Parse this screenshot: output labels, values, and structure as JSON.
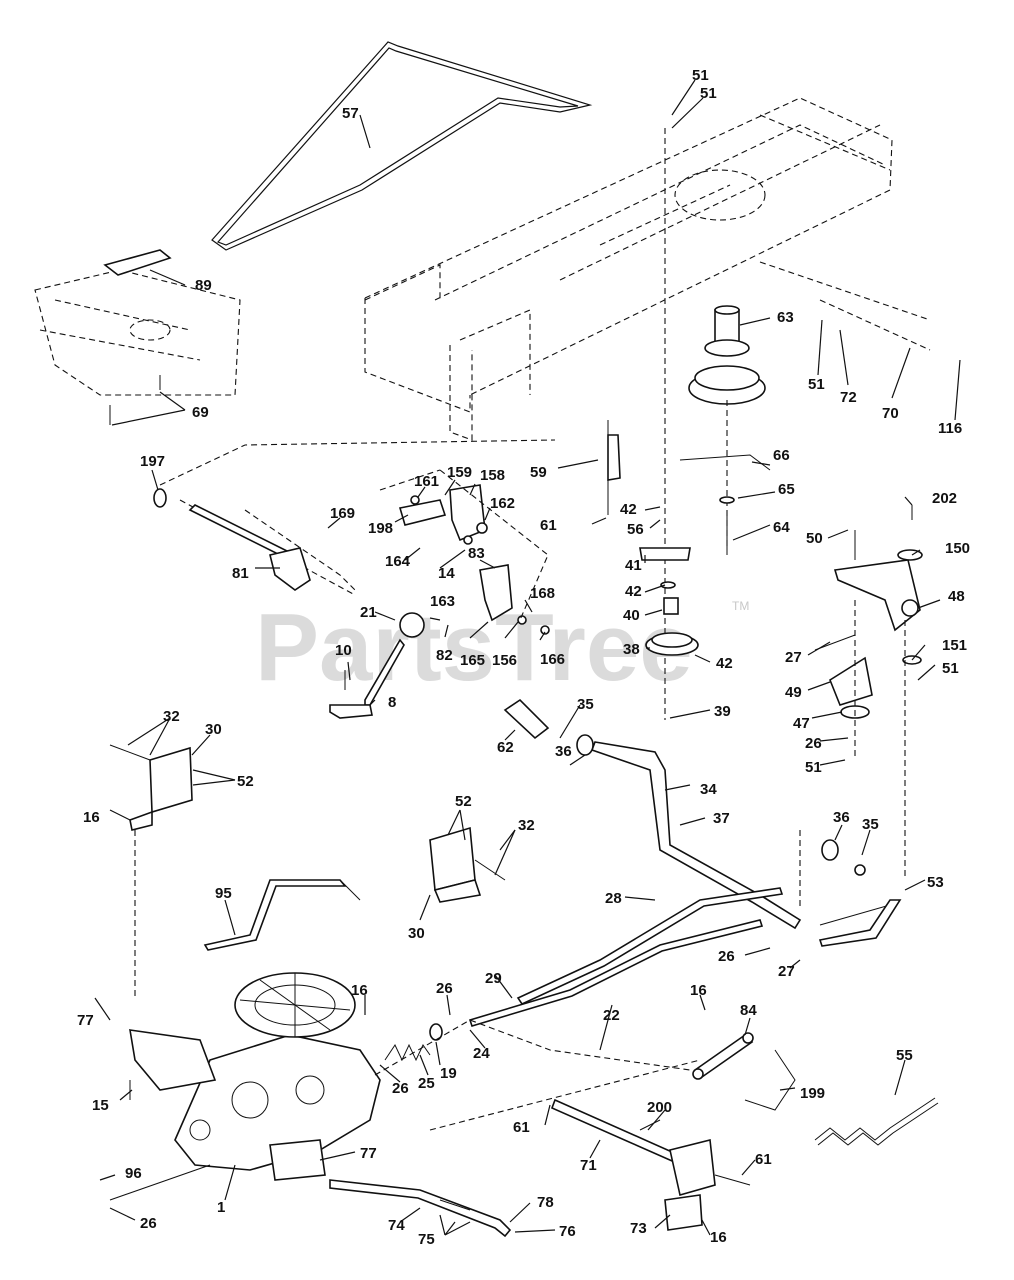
{
  "watermark": {
    "text": "PartsTree",
    "trademark": "TM"
  },
  "callouts": [
    {
      "id": "c-57",
      "text": "57"
    },
    {
      "id": "c-51a",
      "text": "51"
    },
    {
      "id": "c-51b",
      "text": "51"
    },
    {
      "id": "c-89",
      "text": "89"
    },
    {
      "id": "c-69",
      "text": "69"
    },
    {
      "id": "c-63",
      "text": "63"
    },
    {
      "id": "c-51c",
      "text": "51"
    },
    {
      "id": "c-72",
      "text": "72"
    },
    {
      "id": "c-70",
      "text": "70"
    },
    {
      "id": "c-116",
      "text": "116"
    },
    {
      "id": "c-197",
      "text": "197"
    },
    {
      "id": "c-161",
      "text": "161"
    },
    {
      "id": "c-159",
      "text": "159"
    },
    {
      "id": "c-158",
      "text": "158"
    },
    {
      "id": "c-198",
      "text": "198"
    },
    {
      "id": "c-169",
      "text": "169"
    },
    {
      "id": "c-162",
      "text": "162"
    },
    {
      "id": "c-59",
      "text": "59"
    },
    {
      "id": "c-66",
      "text": "66"
    },
    {
      "id": "c-65",
      "text": "65"
    },
    {
      "id": "c-202",
      "text": "202"
    },
    {
      "id": "c-61a",
      "text": "61"
    },
    {
      "id": "c-42a",
      "text": "42"
    },
    {
      "id": "c-56",
      "text": "56"
    },
    {
      "id": "c-64",
      "text": "64"
    },
    {
      "id": "c-50",
      "text": "50"
    },
    {
      "id": "c-150",
      "text": "150"
    },
    {
      "id": "c-81",
      "text": "81"
    },
    {
      "id": "c-164",
      "text": "164"
    },
    {
      "id": "c-14",
      "text": "14"
    },
    {
      "id": "c-83",
      "text": "83"
    },
    {
      "id": "c-41",
      "text": "41"
    },
    {
      "id": "c-42b",
      "text": "42"
    },
    {
      "id": "c-168",
      "text": "168"
    },
    {
      "id": "c-163",
      "text": "163"
    },
    {
      "id": "c-40",
      "text": "40"
    },
    {
      "id": "c-48",
      "text": "48"
    },
    {
      "id": "c-21",
      "text": "21"
    },
    {
      "id": "c-82",
      "text": "82"
    },
    {
      "id": "c-165",
      "text": "165"
    },
    {
      "id": "c-156",
      "text": "156"
    },
    {
      "id": "c-166",
      "text": "166"
    },
    {
      "id": "c-38",
      "text": "38"
    },
    {
      "id": "c-42c",
      "text": "42"
    },
    {
      "id": "c-27a",
      "text": "27"
    },
    {
      "id": "c-151",
      "text": "151"
    },
    {
      "id": "c-51d",
      "text": "51"
    },
    {
      "id": "c-10",
      "text": "10"
    },
    {
      "id": "c-8",
      "text": "8"
    },
    {
      "id": "c-49",
      "text": "49"
    },
    {
      "id": "c-47",
      "text": "47"
    },
    {
      "id": "c-35a",
      "text": "35"
    },
    {
      "id": "c-39",
      "text": "39"
    },
    {
      "id": "c-32a",
      "text": "32"
    },
    {
      "id": "c-30a",
      "text": "30"
    },
    {
      "id": "c-62",
      "text": "62"
    },
    {
      "id": "c-36a",
      "text": "36"
    },
    {
      "id": "c-26a",
      "text": "26"
    },
    {
      "id": "c-51e",
      "text": "51"
    },
    {
      "id": "c-52a",
      "text": "52"
    },
    {
      "id": "c-34",
      "text": "34"
    },
    {
      "id": "c-16a",
      "text": "16"
    },
    {
      "id": "c-37",
      "text": "37"
    },
    {
      "id": "c-52b",
      "text": "52"
    },
    {
      "id": "c-32b",
      "text": "32"
    },
    {
      "id": "c-36b",
      "text": "36"
    },
    {
      "id": "c-35b",
      "text": "35"
    },
    {
      "id": "c-53",
      "text": "53"
    },
    {
      "id": "c-95",
      "text": "95"
    },
    {
      "id": "c-30b",
      "text": "30"
    },
    {
      "id": "c-28",
      "text": "28"
    },
    {
      "id": "c-26b",
      "text": "26"
    },
    {
      "id": "c-27b",
      "text": "27"
    },
    {
      "id": "c-29",
      "text": "29"
    },
    {
      "id": "c-16b",
      "text": "16"
    },
    {
      "id": "c-26c",
      "text": "26"
    },
    {
      "id": "c-77a",
      "text": "77"
    },
    {
      "id": "c-16c",
      "text": "16"
    },
    {
      "id": "c-22",
      "text": "22"
    },
    {
      "id": "c-84",
      "text": "84"
    },
    {
      "id": "c-24",
      "text": "24"
    },
    {
      "id": "c-55",
      "text": "55"
    },
    {
      "id": "c-19",
      "text": "19"
    },
    {
      "id": "c-25",
      "text": "25"
    },
    {
      "id": "c-26d",
      "text": "26"
    },
    {
      "id": "c-199",
      "text": "199"
    },
    {
      "id": "c-15",
      "text": "15"
    },
    {
      "id": "c-200",
      "text": "200"
    },
    {
      "id": "c-61b",
      "text": "61"
    },
    {
      "id": "c-96",
      "text": "96"
    },
    {
      "id": "c-77b",
      "text": "77"
    },
    {
      "id": "c-71",
      "text": "71"
    },
    {
      "id": "c-61c",
      "text": "61"
    },
    {
      "id": "c-1",
      "text": "1"
    },
    {
      "id": "c-26e",
      "text": "26"
    },
    {
      "id": "c-78",
      "text": "78"
    },
    {
      "id": "c-74",
      "text": "74"
    },
    {
      "id": "c-76",
      "text": "76"
    },
    {
      "id": "c-73",
      "text": "73"
    },
    {
      "id": "c-16d",
      "text": "16"
    },
    {
      "id": "c-75",
      "text": "75"
    }
  ]
}
